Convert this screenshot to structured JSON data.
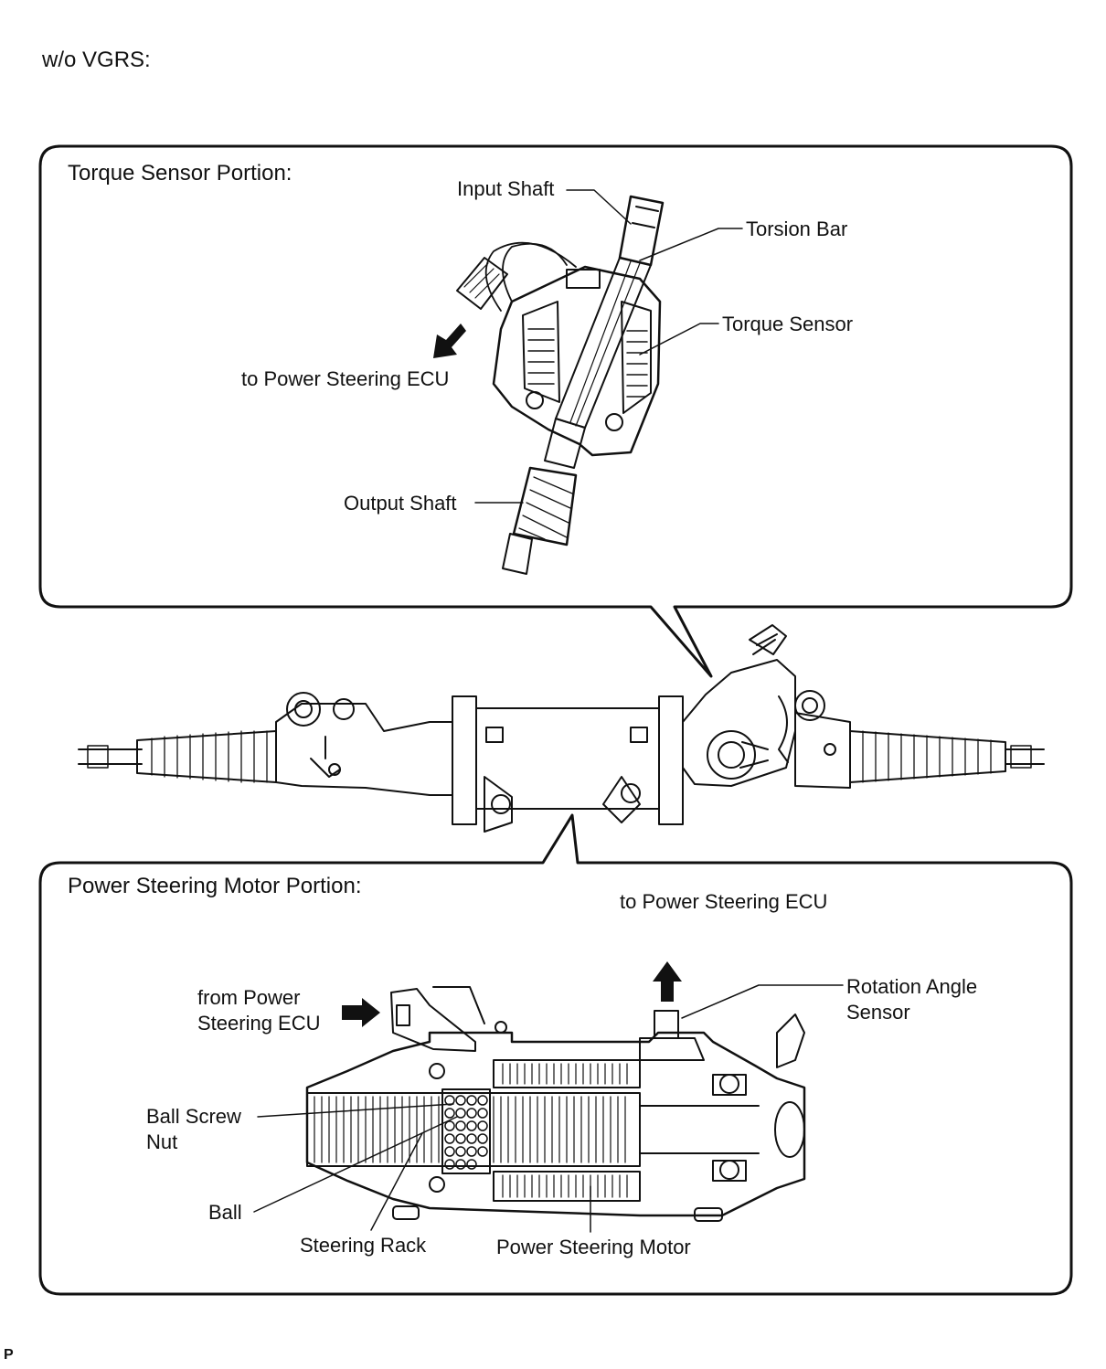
{
  "heading": "w/o VGRS:",
  "footer_mark": "P",
  "torque_panel": {
    "title": "Torque Sensor Portion:",
    "labels": {
      "input_shaft": "Input Shaft",
      "torsion_bar": "Torsion Bar",
      "torque_sensor": "Torque Sensor",
      "to_ecu": "to Power Steering ECU",
      "output_shaft": "Output Shaft"
    }
  },
  "motor_panel": {
    "title": "Power Steering Motor Portion:",
    "labels": {
      "to_ecu": "to Power Steering ECU",
      "from_ecu": "from Power\nSteering ECU",
      "rotation_angle_sensor": "Rotation Angle\nSensor",
      "ball_screw_nut": "Ball Screw\nNut",
      "ball": "Ball",
      "steering_rack": "Steering Rack",
      "power_steering_motor": "Power Steering Motor"
    }
  },
  "colors": {
    "line": "#111111",
    "background": "#ffffff"
  },
  "icons": [
    "arrow-left-down-icon",
    "arrow-up-icon",
    "arrow-right-icon"
  ]
}
